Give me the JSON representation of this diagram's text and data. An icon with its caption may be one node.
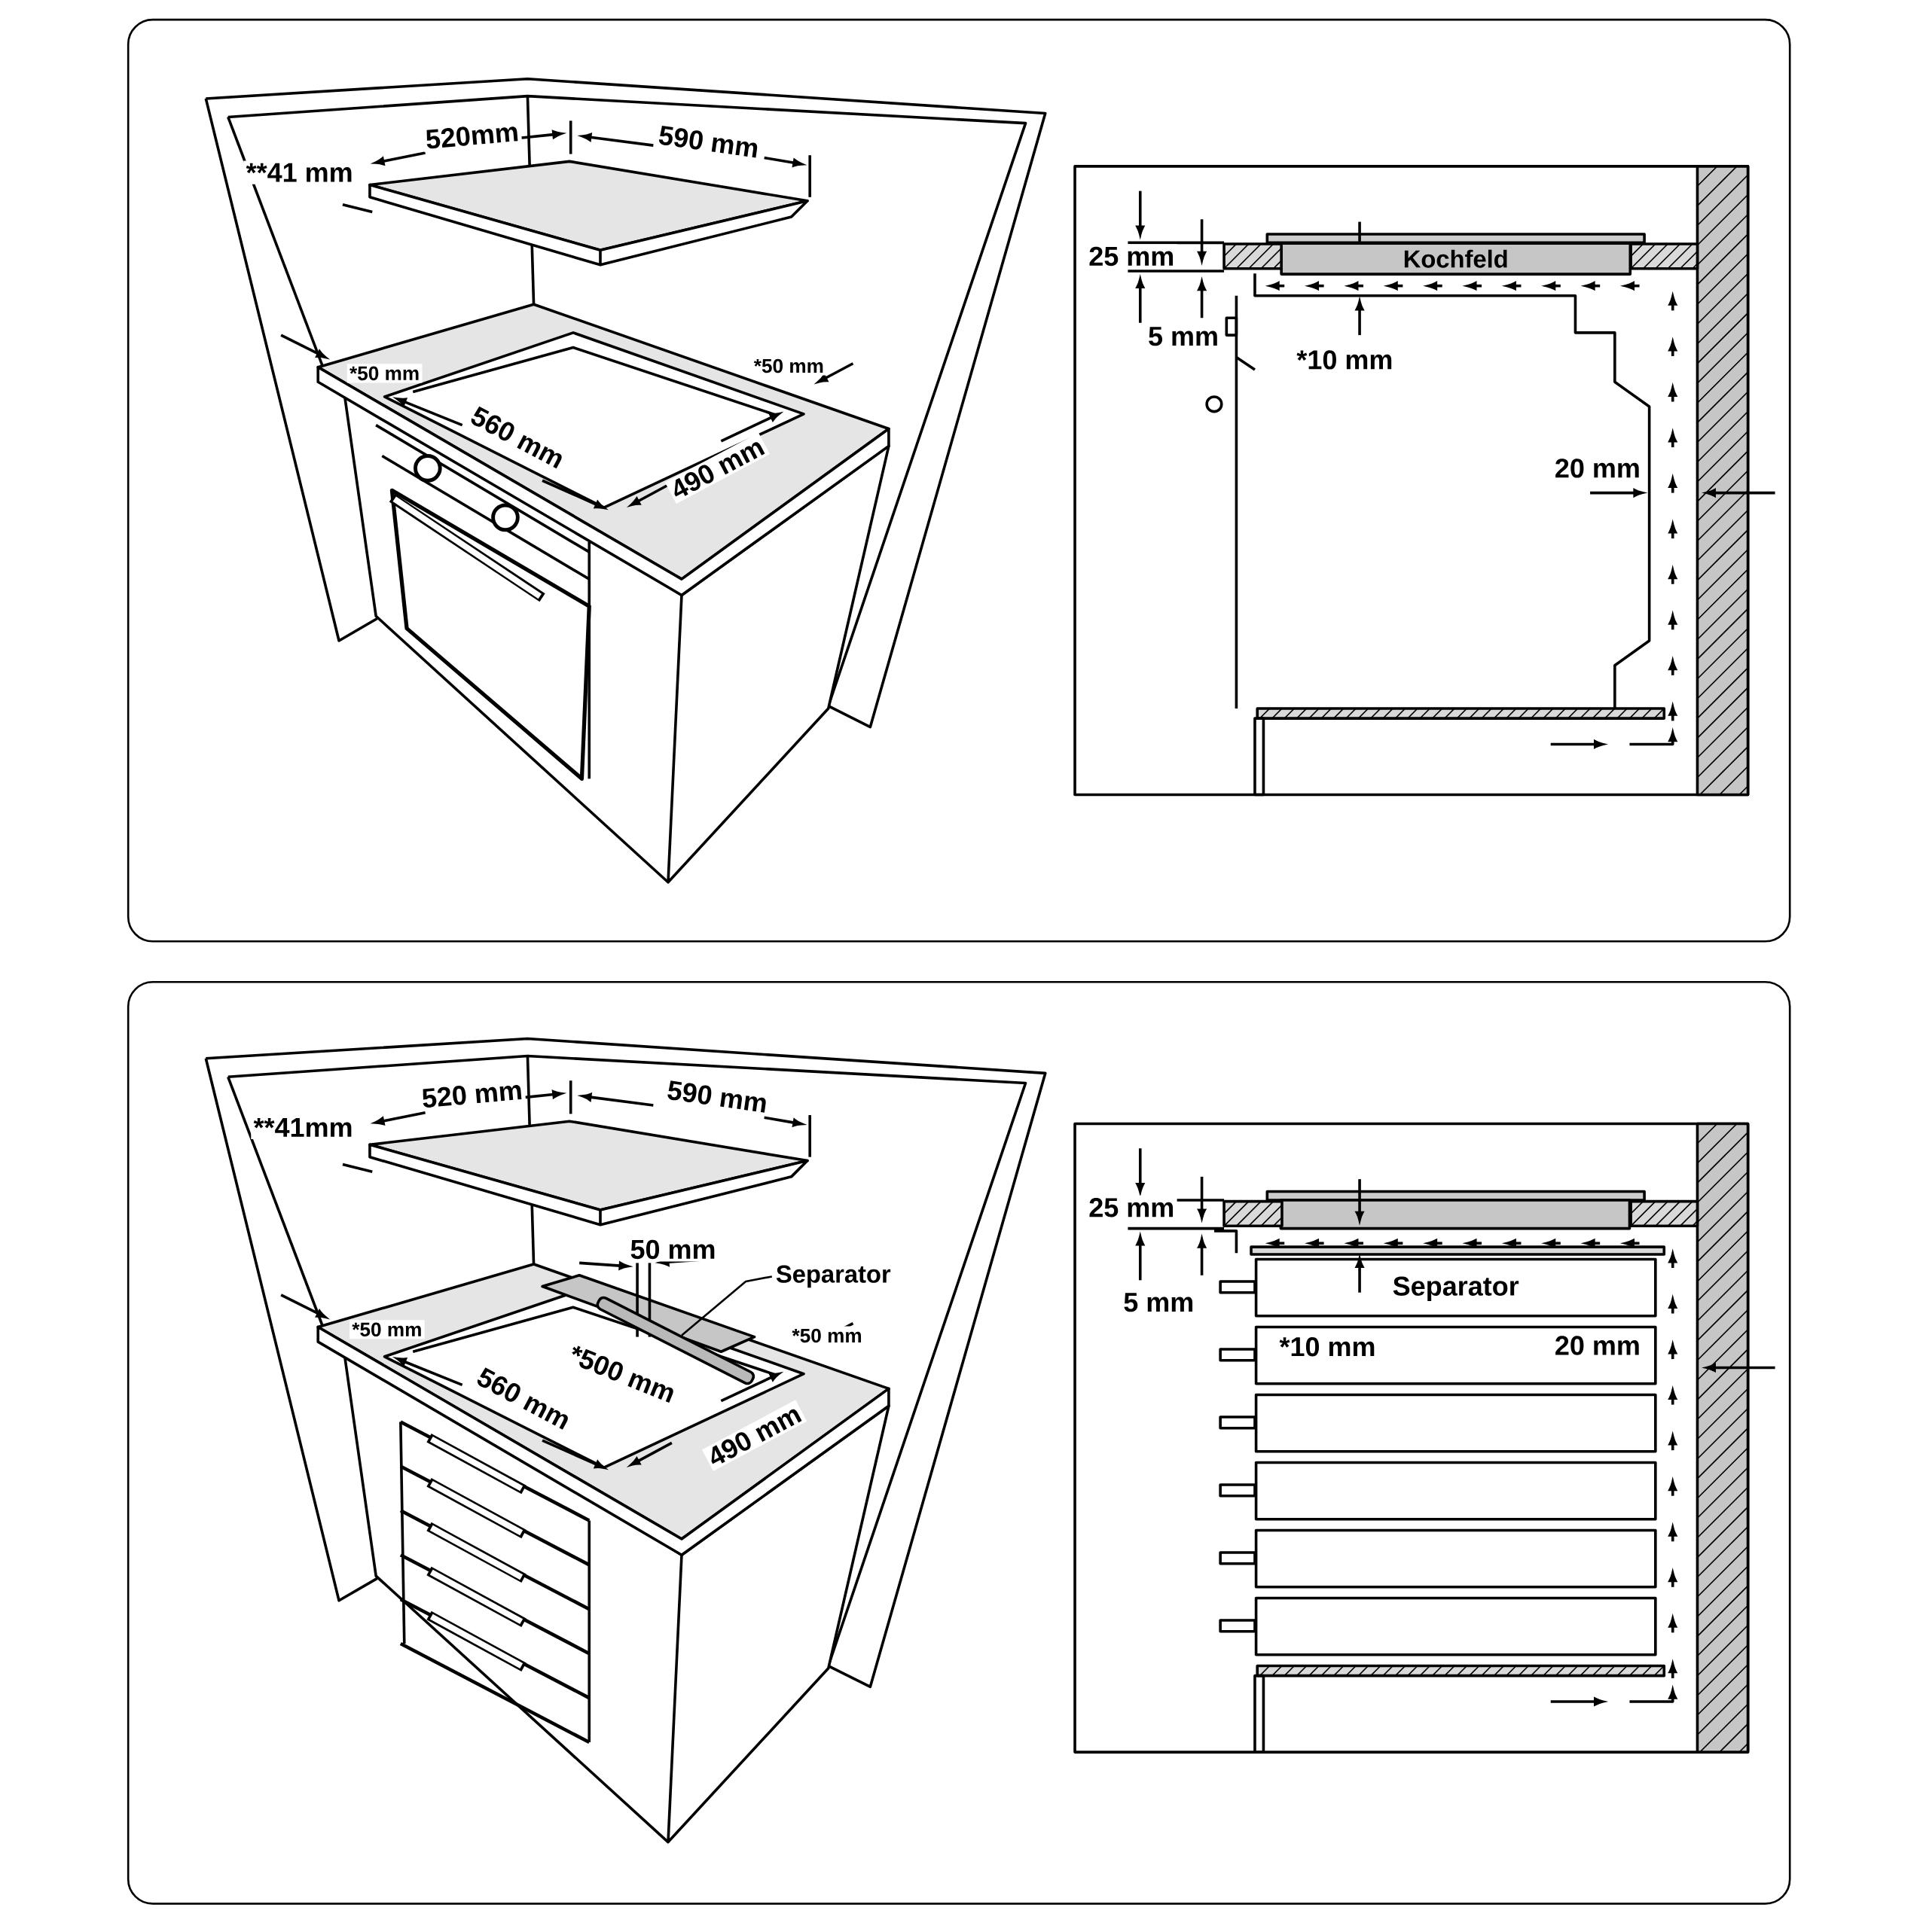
{
  "diagram": {
    "nodes": [
      {
        "text": [
          "Kochfeld"
        ]
      },
      {
        "text": [
          "Separator"
        ]
      },
      {
        "text": [],
        "shape": "bar"
      }
    ],
    "edges": [
      {
        "from": 1,
        "to": 2,
        "arrow": "none"
      }
    ],
    "labels": [
      "520mm",
      "590 mm",
      "**41 mm",
      "*50 mm",
      "*50 mm",
      "560 mm",
      "490 mm",
      "25 mm",
      "5 mm",
      "*10 mm",
      "20 mm",
      "520 mm",
      "590 mm",
      "**41mm",
      "50 mm",
      "*50 mm",
      "*50 mm",
      "*500 mm",
      "560 mm",
      "490 mm",
      "25 mm",
      "Separator",
      "5 mm",
      "*10 mm",
      "20 mm"
    ]
  }
}
